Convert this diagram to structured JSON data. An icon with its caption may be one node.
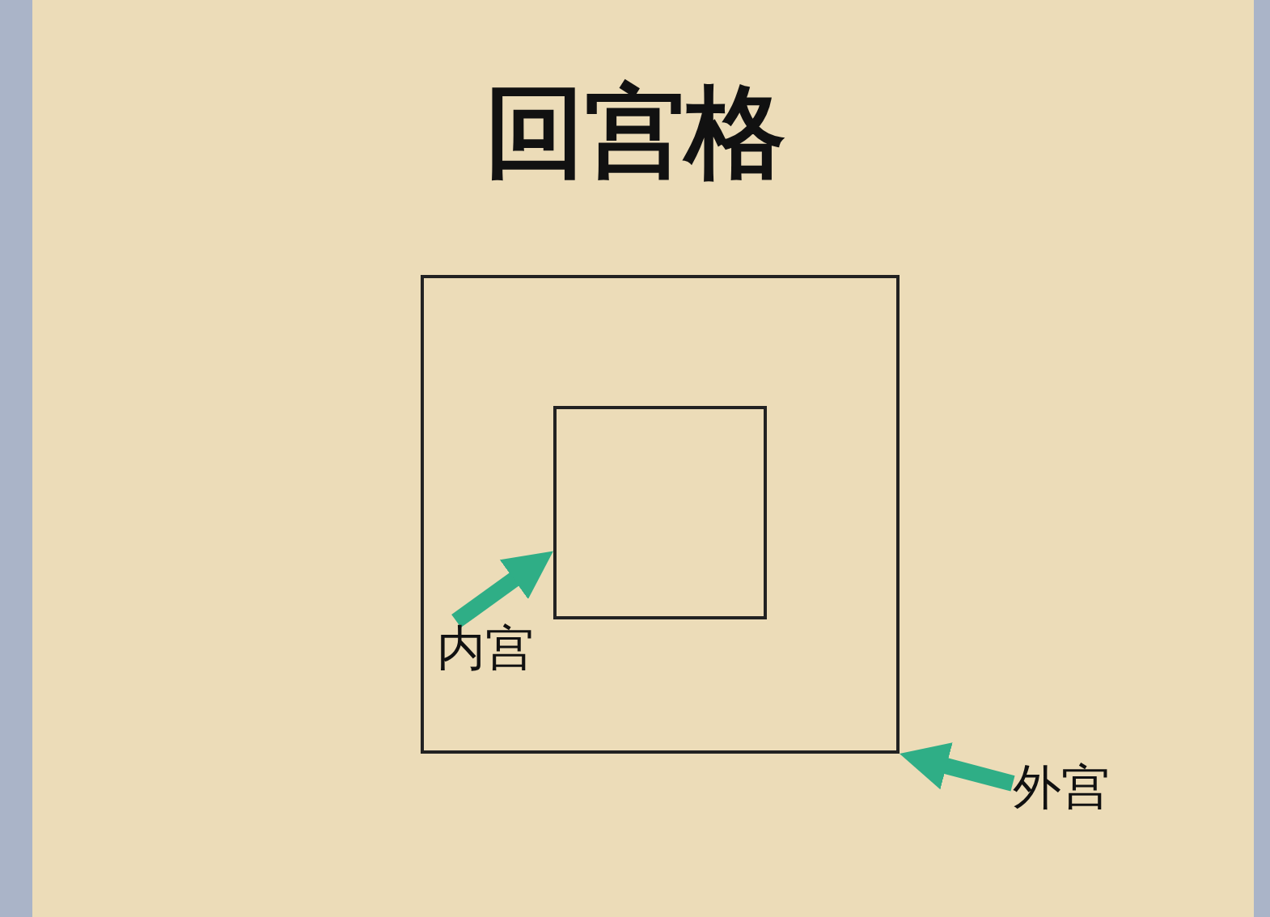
{
  "diagram": {
    "title": "回宫格",
    "nodes": [
      {
        "text": [],
        "shape": "box"
      },
      {
        "text": [],
        "shape": "box",
        "in": 0
      },
      {
        "text": [
          "内宫"
        ],
        "in": 0
      },
      {
        "text": [
          "外宫"
        ]
      }
    ],
    "edges": [
      {
        "from": 2,
        "to": 1,
        "arrow": "to"
      },
      {
        "from": 3,
        "to": 0,
        "arrow": "to"
      }
    ]
  }
}
